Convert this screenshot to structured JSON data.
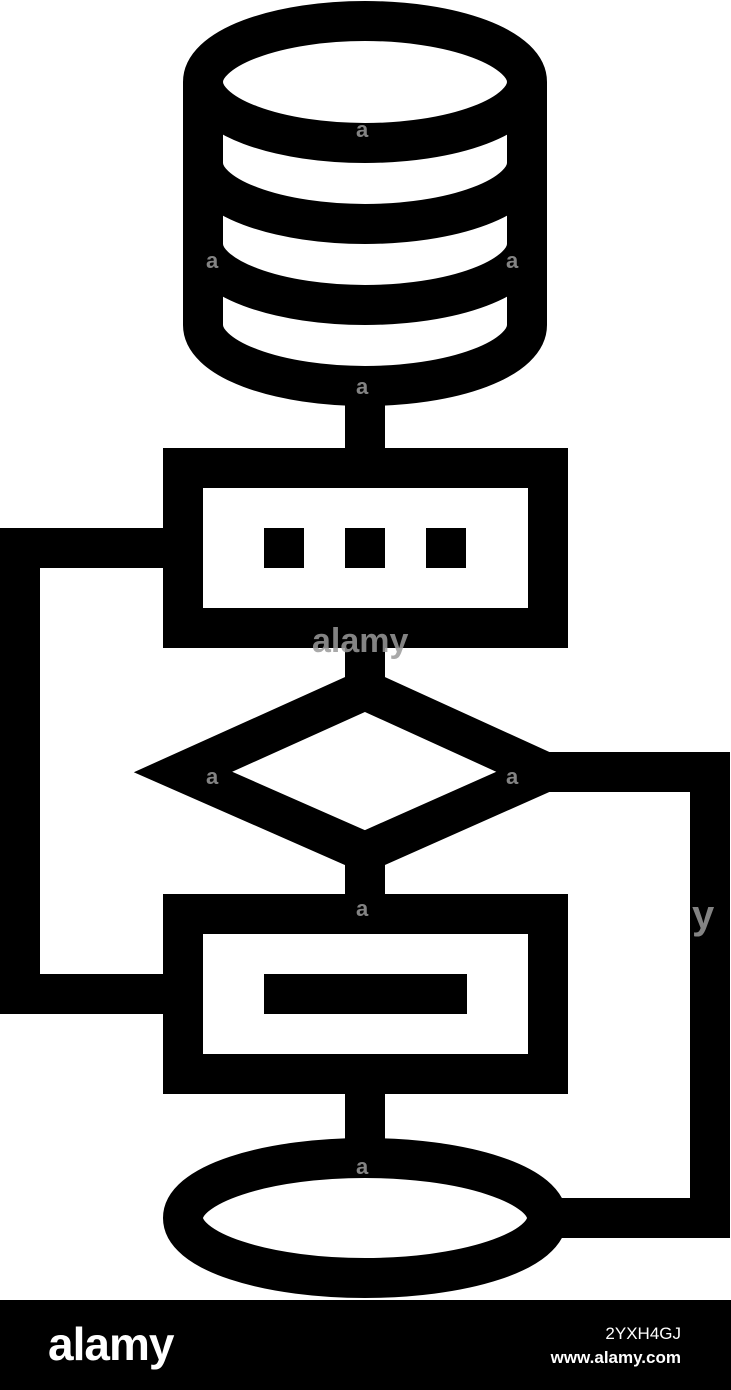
{
  "colors": {
    "stroke": "#000000",
    "background": "#ffffff",
    "footer_background": "#000000",
    "footer_text": "#ffffff",
    "watermark": "#9a9a9a"
  },
  "icons": {
    "database": "database-icon",
    "process_box_dots": "process-box-icon",
    "decision": "decision-diamond-icon",
    "process_box_bar": "process-box-icon",
    "terminal": "terminal-oval-icon"
  },
  "watermark": {
    "small_mark": "a",
    "center_mark": "alamy",
    "edge_mark": "y"
  },
  "footer": {
    "logo": "alamy",
    "image_id": "2YXH4GJ",
    "site_url": "www.alamy.com"
  }
}
